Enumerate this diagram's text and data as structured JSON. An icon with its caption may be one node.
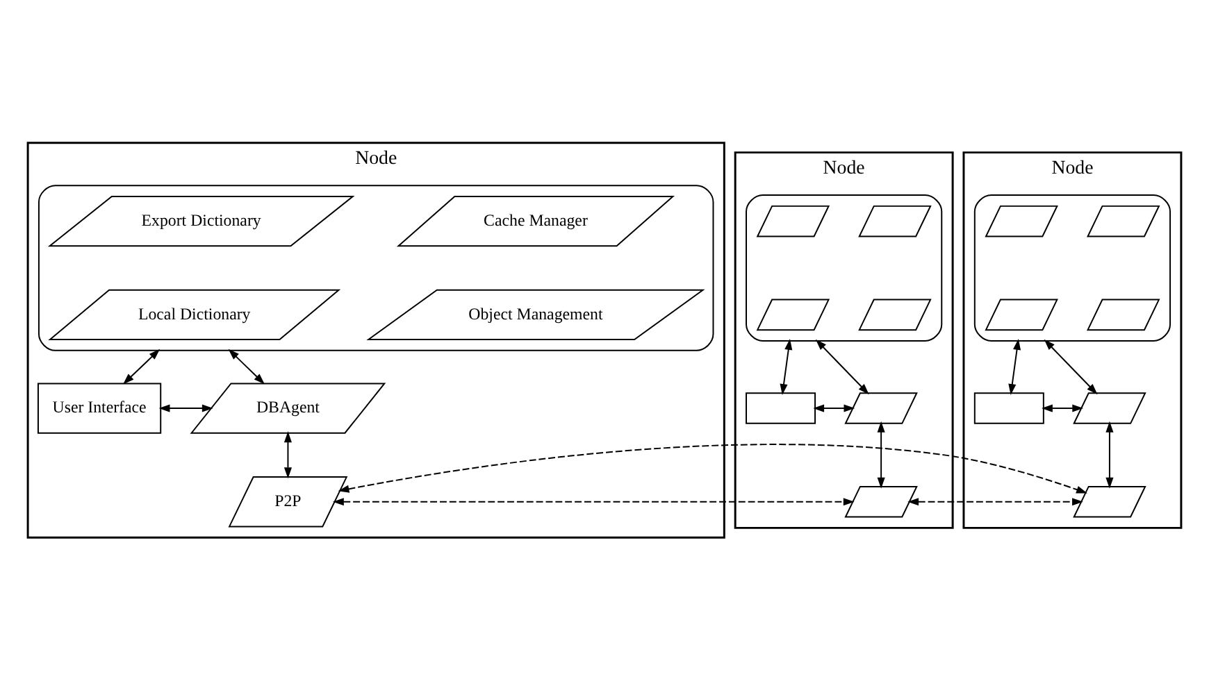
{
  "diagram": {
    "nodes": [
      {
        "text": [
          "Node"
        ]
      },
      {
        "text": [],
        "shape": "parallelogram",
        "in": 0
      },
      {
        "text": [
          "Cache Manager"
        ],
        "in": 1
      },
      {
        "text": [
          "Export Dictionary"
        ],
        "in": 1
      },
      {
        "text": [
          "Object Management"
        ],
        "in": 1
      },
      {
        "text": [
          "Local Dictionary"
        ],
        "in": 1
      },
      {
        "text": [
          "User Interface"
        ],
        "in": 0
      },
      {
        "text": [
          "DBAgent"
        ],
        "in": 0
      },
      {
        "text": [
          "P2P"
        ],
        "in": 0
      },
      {
        "text": [
          "Node"
        ]
      },
      {
        "text": [],
        "shape": "parallelogram",
        "in": 9
      },
      {
        "text": [],
        "shape": "parallelogram",
        "in": 10
      },
      {
        "text": [],
        "shape": "parallelogram",
        "in": 10
      },
      {
        "text": [],
        "shape": "parallelogram",
        "in": 10
      },
      {
        "text": [],
        "shape": "parallelogram",
        "in": 10
      },
      {
        "text": [],
        "shape": "box",
        "in": 9
      },
      {
        "text": [],
        "shape": "parallelogram",
        "in": 9
      },
      {
        "text": [],
        "shape": "parallelogram",
        "in": 9
      },
      {
        "text": [
          "Node"
        ]
      },
      {
        "text": [],
        "shape": "parallelogram",
        "in": 18
      },
      {
        "text": [],
        "shape": "parallelogram",
        "in": 19
      },
      {
        "text": [],
        "shape": "parallelogram",
        "in": 19
      },
      {
        "text": [],
        "shape": "parallelogram",
        "in": 19
      },
      {
        "text": [],
        "shape": "parallelogram",
        "in": 19
      },
      {
        "text": [],
        "shape": "box",
        "in": 18
      },
      {
        "text": [],
        "shape": "parallelogram",
        "in": 18
      },
      {
        "text": [],
        "shape": "parallelogram",
        "in": 18
      }
    ],
    "edges": [
      {
        "from": 6,
        "to": 1,
        "arrow": "both"
      },
      {
        "from": 6,
        "to": 7,
        "arrow": "both"
      },
      {
        "from": 1,
        "to": 7,
        "arrow": "both"
      },
      {
        "from": 7,
        "to": 8,
        "arrow": "both"
      },
      {
        "from": 15,
        "to": 10,
        "arrow": "both"
      },
      {
        "from": 15,
        "to": 16,
        "arrow": "both"
      },
      {
        "from": 10,
        "to": 16,
        "arrow": "both"
      },
      {
        "from": 16,
        "to": 17,
        "arrow": "both"
      },
      {
        "from": 24,
        "to": 19,
        "arrow": "both"
      },
      {
        "from": 24,
        "to": 25,
        "arrow": "both"
      },
      {
        "from": 19,
        "to": 25,
        "arrow": "both"
      },
      {
        "from": 25,
        "to": 26,
        "arrow": "both"
      },
      {
        "from": 8,
        "to": 17,
        "arrow": "both",
        "style": "dashed"
      },
      {
        "from": 17,
        "to": 26,
        "arrow": "both",
        "style": "dashed"
      },
      {
        "from": 8,
        "to": 26,
        "arrow": "both",
        "style": "dashed"
      }
    ]
  }
}
